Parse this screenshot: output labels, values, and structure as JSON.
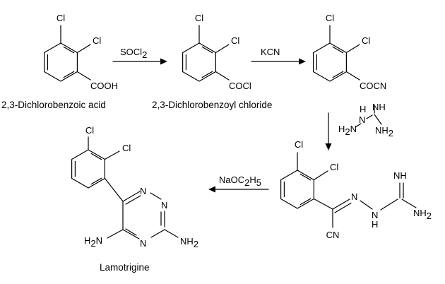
{
  "atoms": {
    "cl": "Cl",
    "cooh": "COOH",
    "cocl": "COCl",
    "cocn": "COCN",
    "n": "N",
    "h": "H",
    "nh": "NH",
    "cn": "CN",
    "h2": "H",
    "two": "2",
    "nh2_n": "NH",
    "h2n_h": "H",
    "h2n_n": "N"
  },
  "reagents": {
    "socl2_main": "SOCl",
    "socl2_sub": "2",
    "kcn": "KCN",
    "naoc2h5_a": "NaOC",
    "naoc2h5_sub1": "2",
    "naoc2h5_b": "H",
    "naoc2h5_sub2": "5"
  },
  "names": {
    "compound1": "2,3-Dichlorobenzoic acid",
    "compound2": "2,3-Dichlorobenzoyl chloride",
    "product": "Lamotrigine"
  }
}
